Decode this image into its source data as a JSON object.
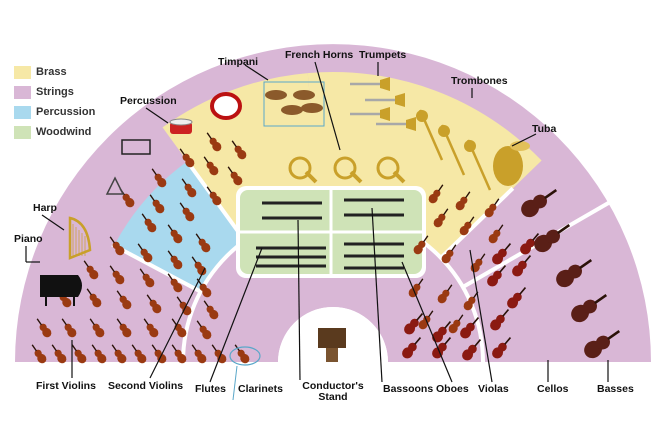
{
  "legend": [
    {
      "label": "Brass",
      "color": "#f6e8a6"
    },
    {
      "label": "Strings",
      "color": "#d9b7d6"
    },
    {
      "label": "Percussion",
      "color": "#a9d9ee"
    },
    {
      "label": "Woodwind",
      "color": "#cfe3b7"
    }
  ],
  "labels": {
    "timpani": "Timpani",
    "french_horns": "French Horns",
    "trumpets": "Trumpets",
    "percussion": "Percussion",
    "trombones": "Trombones",
    "tuba": "Tuba",
    "harp": "Harp",
    "piano": "Piano",
    "first_violins": "First Violins",
    "second_violins": "Second Violins",
    "flutes": "Flutes",
    "clarinets": "Clarinets",
    "conductor_line1": "Conductor's",
    "conductor_line2": "Stand",
    "bassoons": "Bassoons",
    "oboes": "Oboes",
    "violas": "Violas",
    "cellos": "Cellos",
    "basses": "Basses"
  },
  "colors": {
    "strings": "#d9b7d6",
    "percussion": "#a9d9ee",
    "brass": "#f6e8a6",
    "woodwind": "#cfe3b7",
    "divider": "#ffffff",
    "violin": "#9a3a12",
    "cello": "#6a1d12",
    "bass": "#5a1f17",
    "gold": "#c9a02a"
  }
}
